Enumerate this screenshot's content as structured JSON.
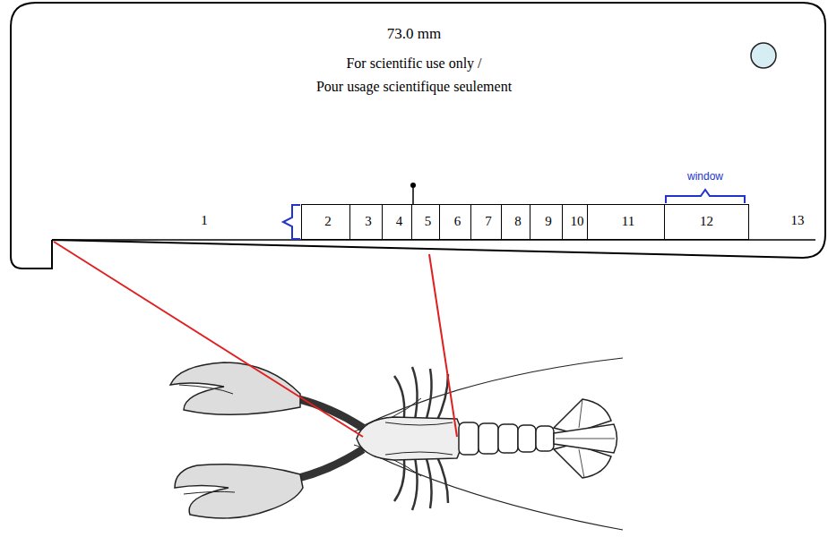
{
  "diagram": {
    "nodes": [
      {
        "text": [
          "73.0 mm",
          "For scientific use only /",
          "Pour usage scientifique seulement"
        ]
      },
      {
        "text": [
          "2"
        ],
        "in": 0
      },
      {
        "text": [
          "3"
        ],
        "in": 0
      },
      {
        "text": [
          "4"
        ],
        "in": 0
      },
      {
        "text": [
          "5"
        ],
        "in": 0
      },
      {
        "text": [
          "6"
        ],
        "in": 0
      },
      {
        "text": [
          "7"
        ],
        "in": 0
      },
      {
        "text": [
          "8"
        ],
        "in": 0
      },
      {
        "text": [
          "9"
        ],
        "in": 0
      },
      {
        "text": [
          "10"
        ],
        "in": 0
      },
      {
        "text": [
          "11"
        ],
        "in": 0
      },
      {
        "text": [
          "12"
        ],
        "in": 0
      }
    ],
    "labels": [
      "1",
      "13",
      "window"
    ]
  }
}
